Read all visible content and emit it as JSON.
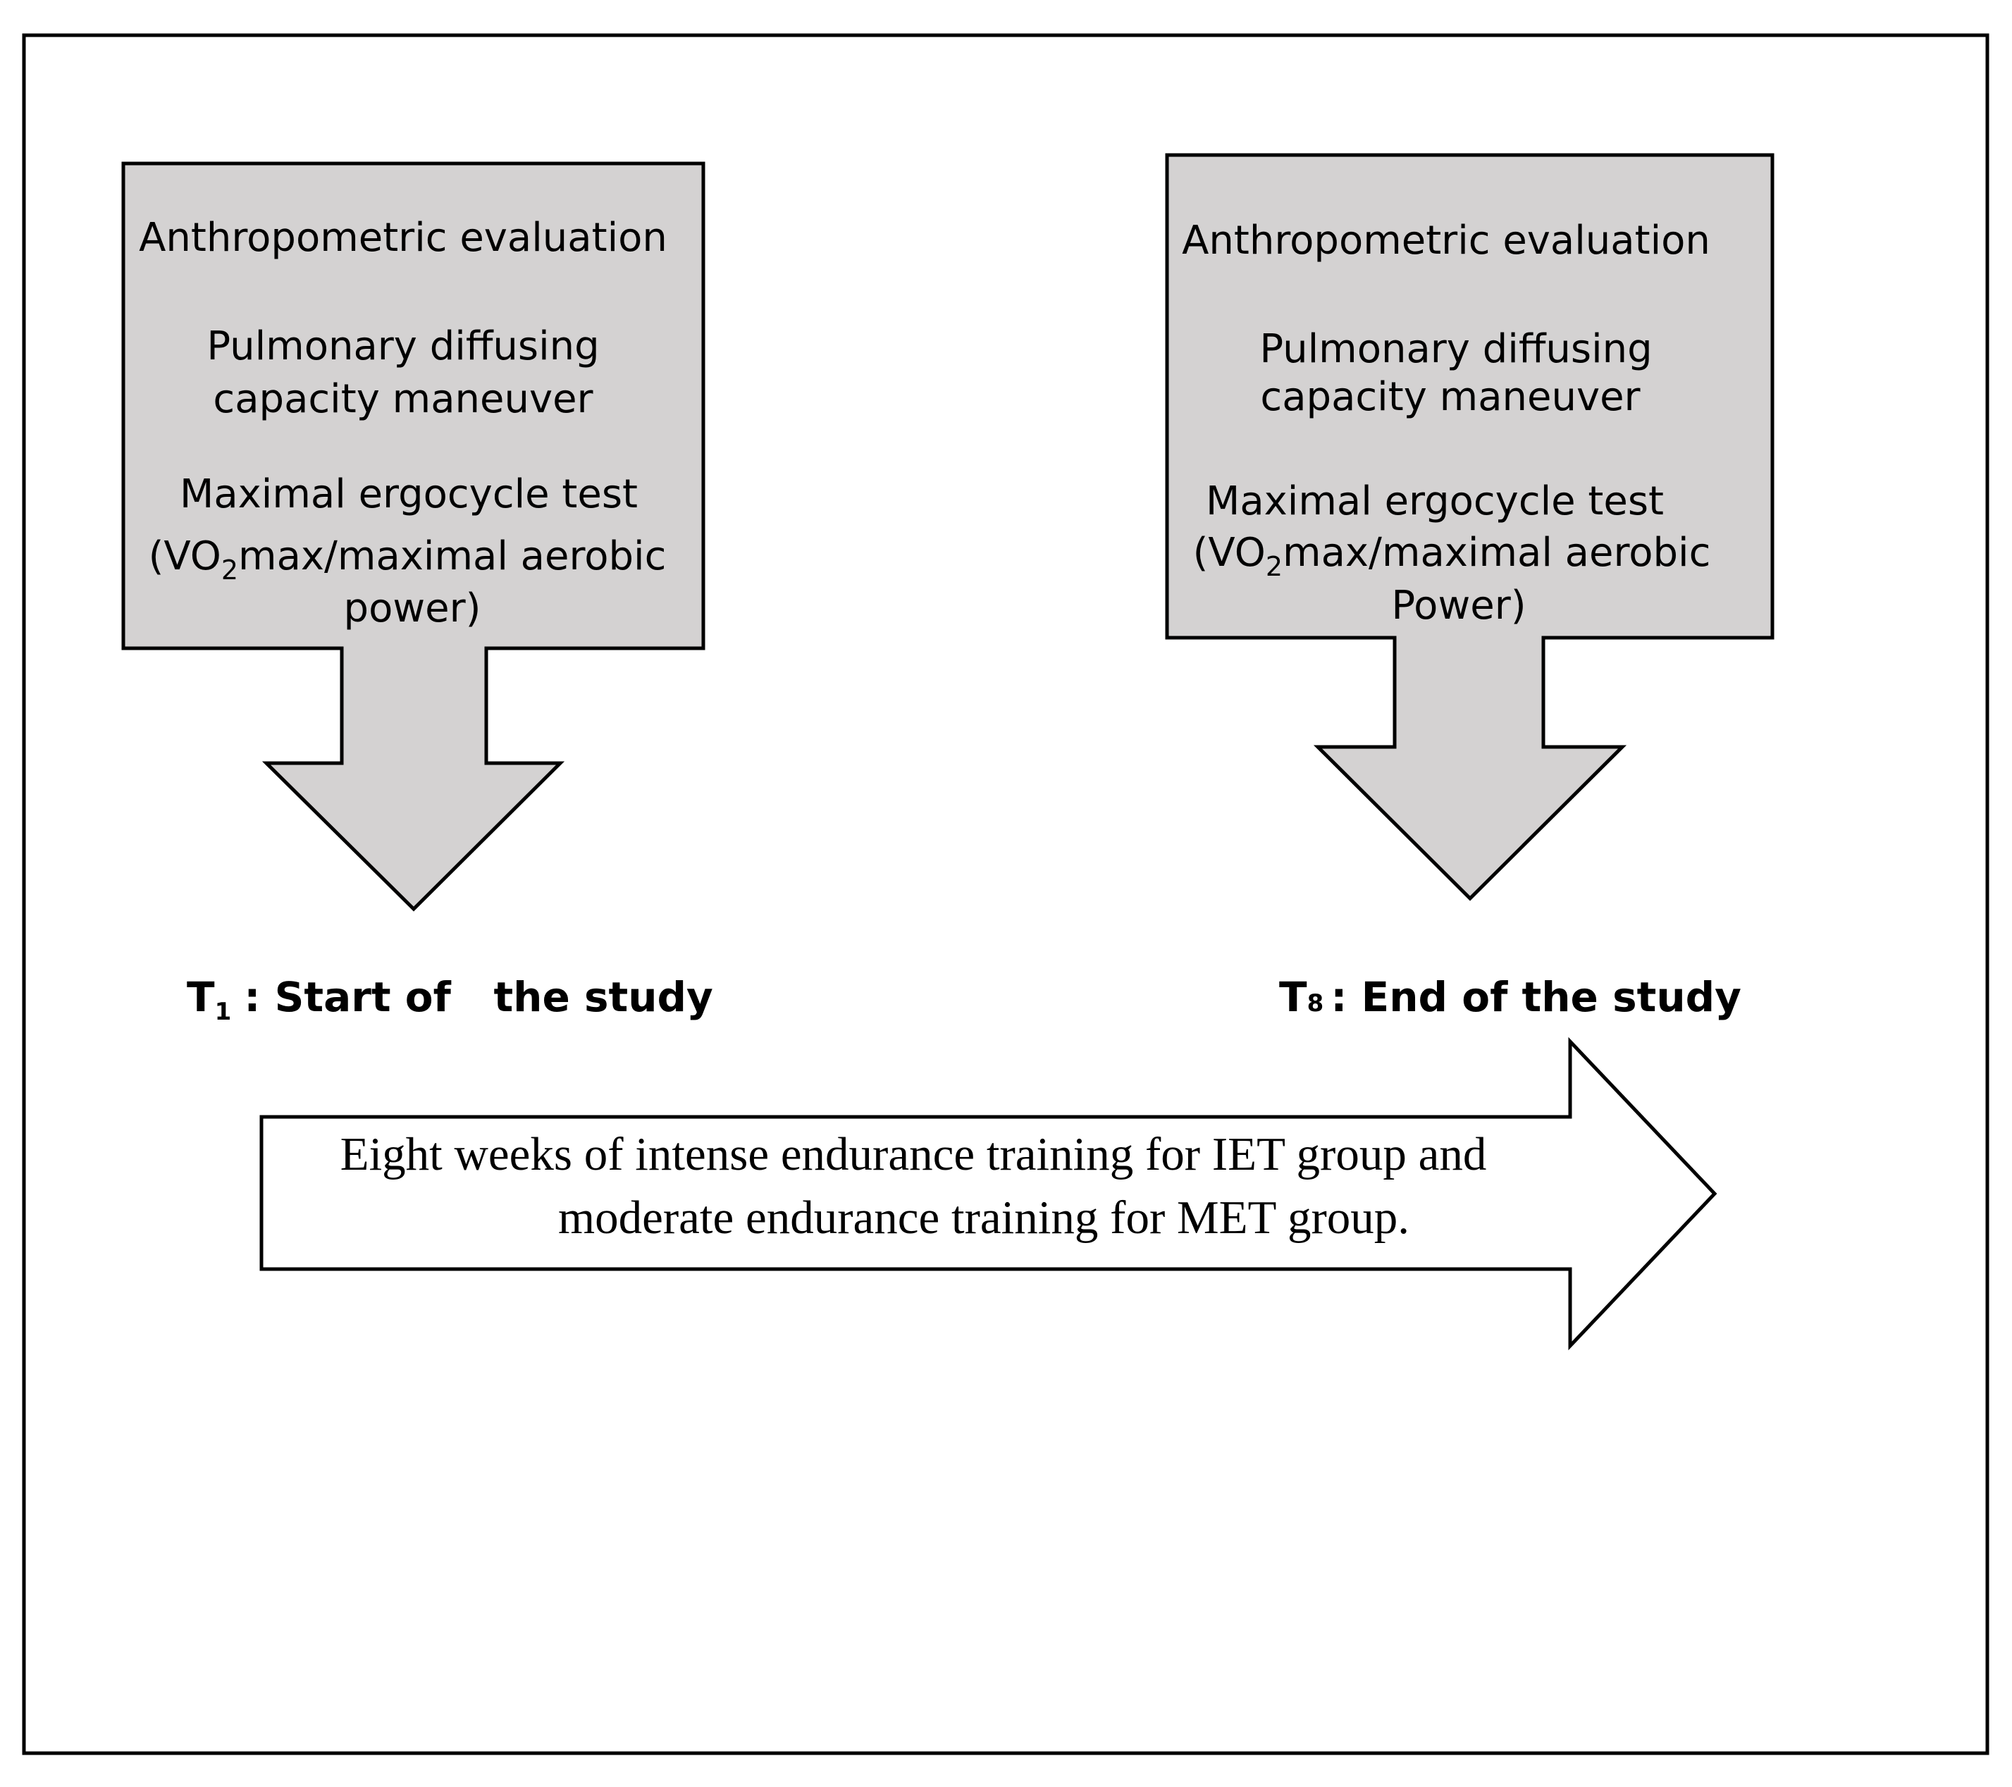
{
  "colors": {
    "box_fill": "#d4d2d2",
    "stroke": "#000000",
    "background": "#ffffff"
  },
  "left_box": {
    "line1": "Anthropometric evaluation",
    "line2": "Pulmonary diffusing",
    "line3": "capacity maneuver",
    "line4": "Maximal ergocycle test",
    "line5_pre": "(VO",
    "line5_sub": "2",
    "line5_post": "max/maximal aerobic",
    "line6": "power)"
  },
  "right_box": {
    "line1": "Anthropometric evaluation",
    "line2": "Pulmonary diffusing",
    "line3": "capacity maneuver",
    "line4": "Maximal ergocycle test",
    "line5_pre": "(VO",
    "line5_sub": "2",
    "line5_post": "max/maximal aerobic",
    "line6": "Power)"
  },
  "start_label": {
    "symbol": "T",
    "sub": "1",
    "text": ": Start of   the study"
  },
  "end_label": {
    "symbol": "T",
    "sub": "8",
    "text": ": End of the study"
  },
  "training_arrow": {
    "line1": "Eight weeks of intense endurance training for IET group and",
    "line2": "moderate endurance training for MET group."
  }
}
